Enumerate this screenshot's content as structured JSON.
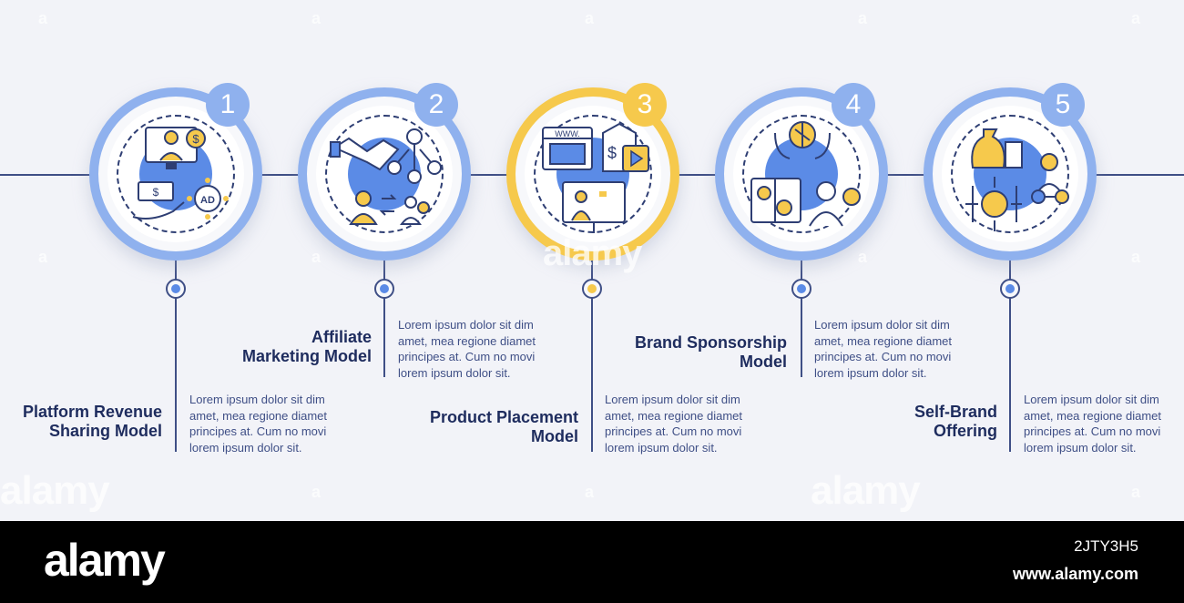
{
  "colors": {
    "line": "#3f4f86",
    "ring": "#8fb1ee",
    "active": "#f6c94c",
    "accent": "#5b8be6",
    "title": "#1e2c5e"
  },
  "steps": [
    {
      "number": "1",
      "title_line1": "Platform Revenue",
      "title_line2": "Sharing Model",
      "desc": [
        "Lorem ipsum dolor sit dim",
        "amet, mea regione diamet",
        "principes at. Cum no movi",
        "lorem ipsum dolor sit."
      ],
      "icons": [
        "monitor-user-icon",
        "dollar-coin-icon",
        "cash-hand-icon",
        "ad-network-icon"
      ]
    },
    {
      "number": "2",
      "title_line1": "Affiliate",
      "title_line2": "Marketing Model",
      "desc": [
        "Lorem ipsum dolor sit dim",
        "amet, mea regione diamet",
        "principes at. Cum no movi",
        "lorem ipsum dolor sit."
      ],
      "icons": [
        "handshake-icon",
        "user-network-icon",
        "referral-people-icon"
      ]
    },
    {
      "number": "3",
      "title_line1": "Product Placement",
      "title_line2": "Model",
      "desc": [
        "Lorem ipsum dolor sit dim",
        "amet, mea regione diamet",
        "principes at. Cum no movi",
        "lorem ipsum dolor sit."
      ],
      "icons": [
        "browser-www-icon",
        "price-tag-video-icon",
        "presenter-screen-icon"
      ]
    },
    {
      "number": "4",
      "title_line1": "Brand Sponsorship",
      "title_line2": "Model",
      "desc": [
        "Lorem ipsum dolor sit dim",
        "amet, mea regione diamet",
        "principes at. Cum no movi",
        "lorem ipsum dolor sit."
      ],
      "icons": [
        "hands-logo-icon",
        "app-window-icon",
        "influencer-icon"
      ]
    },
    {
      "number": "5",
      "title_line1": "Self-Brand",
      "title_line2": "Offering",
      "desc": [
        "Lorem ipsum dolor sit dim",
        "amet, mea regione diamet",
        "principes at. Cum no movi",
        "lorem ipsum dolor sit."
      ],
      "icons": [
        "money-bag-icon",
        "brand-arrows-icon",
        "person-products-icon"
      ]
    }
  ],
  "watermark": {
    "text": "alamy",
    "small": "a"
  },
  "footer": {
    "logo": "alamy",
    "image_id": "2JTY3H5",
    "url": "www.alamy.com"
  }
}
